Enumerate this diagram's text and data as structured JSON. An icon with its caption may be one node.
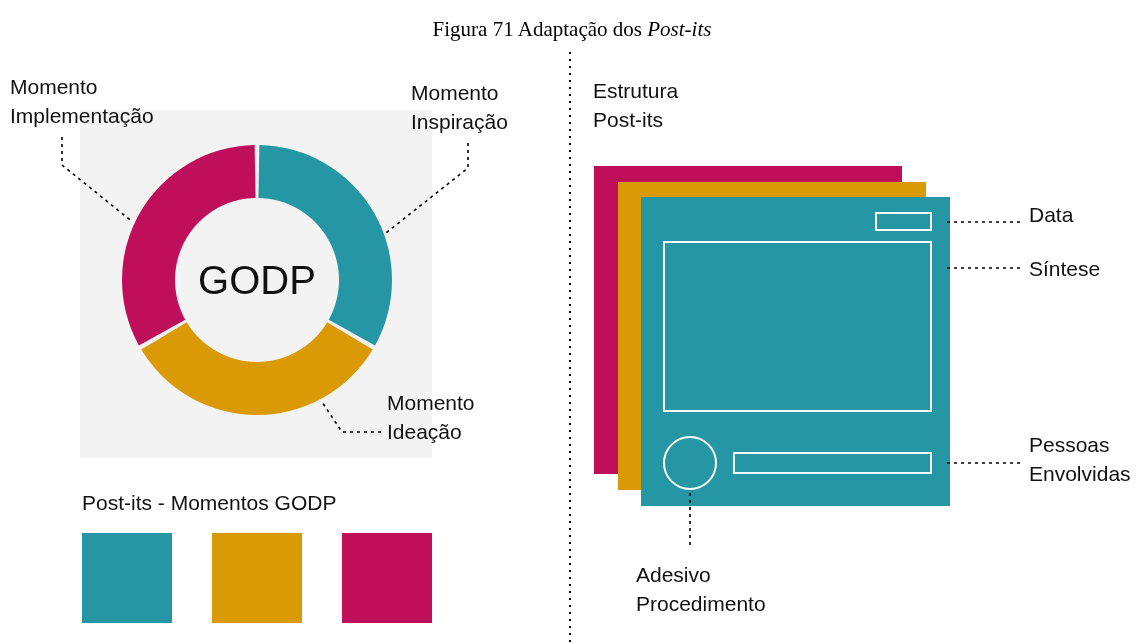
{
  "diagram": {
    "title": "Figura 71 Adaptação dos *Post-its*",
    "nodes": [
      {
        "text": [
          "Momento Implementação"
        ]
      },
      {
        "text": [
          "Momento Inspiração"
        ]
      },
      {
        "text": [],
        "shape": "arc"
      },
      {
        "text": [],
        "shape": "arc"
      },
      {
        "text": [
          "GODP"
        ]
      },
      {
        "text": [],
        "shape": "arc"
      },
      {
        "text": [
          "Momento Ideação"
        ]
      },
      {
        "text": [],
        "shape": "box"
      },
      {
        "text": [],
        "shape": "box"
      },
      {
        "text": [],
        "shape": "box"
      },
      {
        "text": [],
        "shape": "box"
      },
      {
        "text": [],
        "shape": "box"
      },
      {
        "text": [],
        "shape": "box"
      },
      {
        "text": [],
        "shape": "box",
        "in": 12
      },
      {
        "text": [],
        "shape": "box",
        "in": 12
      },
      {
        "text": [],
        "shape": "circle",
        "in": 12
      },
      {
        "text": [],
        "shape": "bar",
        "in": 12
      },
      {
        "text": [
          "Data"
        ]
      },
      {
        "text": [
          "Síntese"
        ]
      },
      {
        "text": [
          "Pessoas Envolvidas"
        ]
      },
      {
        "text": [
          "Adesivo Procedimento"
        ]
      }
    ],
    "edges": [
      {
        "from": 0,
        "to": 2,
        "arrow": "none",
        "style": "dashed"
      },
      {
        "from": 1,
        "to": 3,
        "arrow": "none",
        "style": "dashed"
      },
      {
        "from": 6,
        "to": 5,
        "arrow": "none",
        "style": "dashed"
      },
      {
        "from": 17,
        "to": 13,
        "arrow": "none",
        "style": "dashed"
      },
      {
        "from": 18,
        "to": 14,
        "arrow": "none",
        "style": "dashed"
      },
      {
        "from": 19,
        "to": 16,
        "arrow": "none",
        "style": "dashed"
      },
      {
        "from": 20,
        "to": 15,
        "arrow": "none",
        "style": "dashed"
      }
    ],
    "labels": [
      "Estrutura Post-its",
      "Post-its - Momentos GODP"
    ]
  }
}
